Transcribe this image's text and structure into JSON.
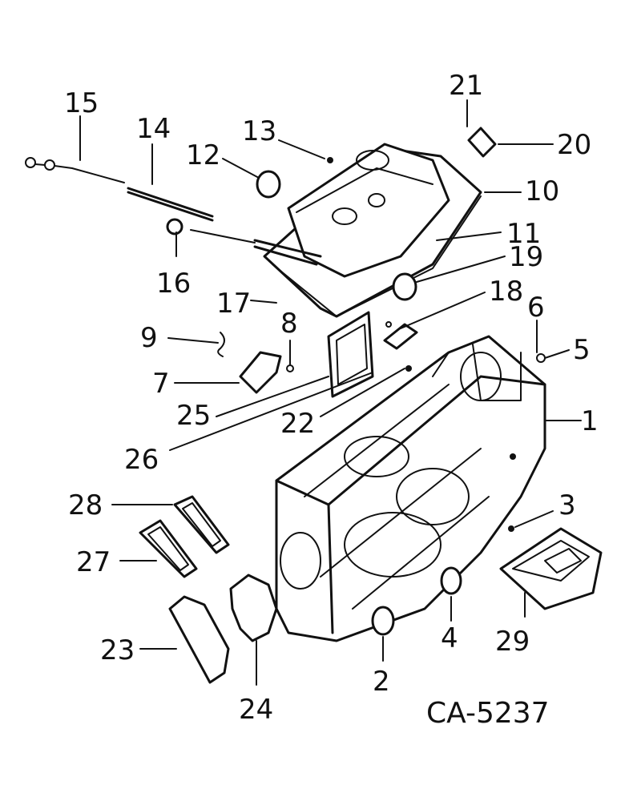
{
  "callouts": {
    "c1": "1",
    "c2": "2",
    "c3": "3",
    "c4": "4",
    "c5": "5",
    "c6": "6",
    "c7": "7",
    "c8": "8",
    "c9": "9",
    "c10": "10",
    "c11": "11",
    "c12": "12",
    "c13": "13",
    "c14": "14",
    "c15": "15",
    "c16": "16",
    "c17": "17",
    "c18": "18",
    "c19": "19",
    "c20": "20",
    "c21": "21",
    "c22": "22",
    "c23": "23",
    "c24": "24",
    "c25": "25",
    "c26": "26",
    "c27": "27",
    "c28": "28",
    "c29": "29"
  },
  "drawing_code": "CA-5237"
}
